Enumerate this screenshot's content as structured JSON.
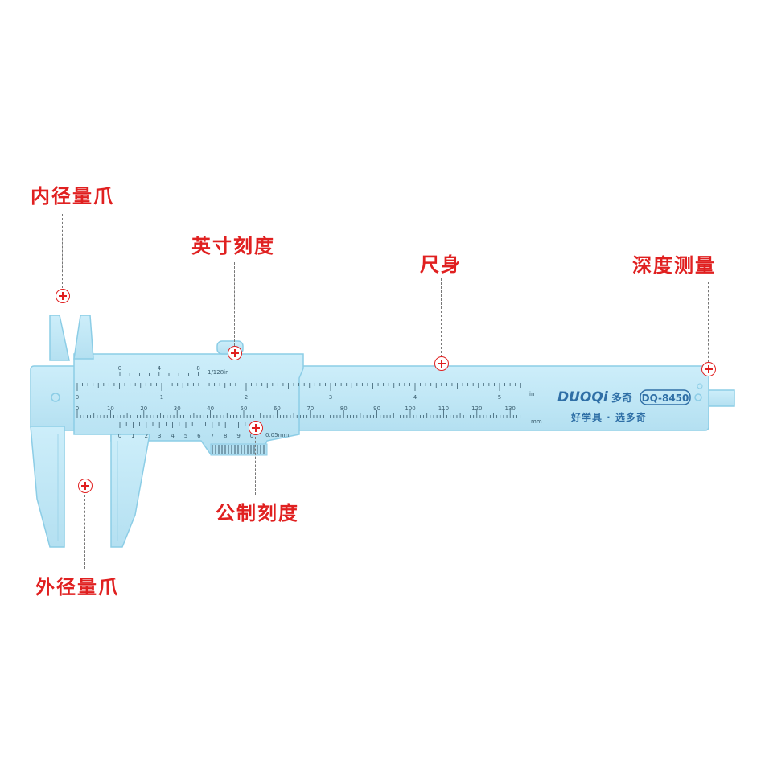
{
  "labels": {
    "inner_jaw": "内径量爪",
    "inch_scale": "英寸刻度",
    "main_body": "尺身",
    "depth": "深度测量",
    "metric_scale": "公制刻度",
    "outer_jaw": "外径量爪"
  },
  "caliper": {
    "brand": "DUOQi",
    "brand_cn": "多奇",
    "model": "DQ-8450",
    "slogan": "好学具 · 选多奇",
    "inch_unit": "in",
    "mm_unit": "mm",
    "vernier_inch_label": "1/128in",
    "vernier_mm_label": "0.05mm",
    "inch_numbers": [
      "0",
      "1",
      "2",
      "3",
      "4",
      "5"
    ],
    "mm_numbers": [
      "0",
      "10",
      "20",
      "30",
      "40",
      "50",
      "60",
      "70",
      "80",
      "90",
      "100",
      "110",
      "120",
      "130"
    ],
    "vernier_inch_numbers": [
      "0",
      "4",
      "8"
    ],
    "vernier_mm_numbers": [
      "0",
      "1",
      "2",
      "3",
      "4",
      "5",
      "6",
      "7",
      "8",
      "9",
      "0"
    ]
  },
  "colors": {
    "caliper_fill": "#bfe6f5",
    "caliper_edge": "#8ccde6",
    "scale_ink": "#3a5d6e",
    "callout": "#e02020"
  }
}
